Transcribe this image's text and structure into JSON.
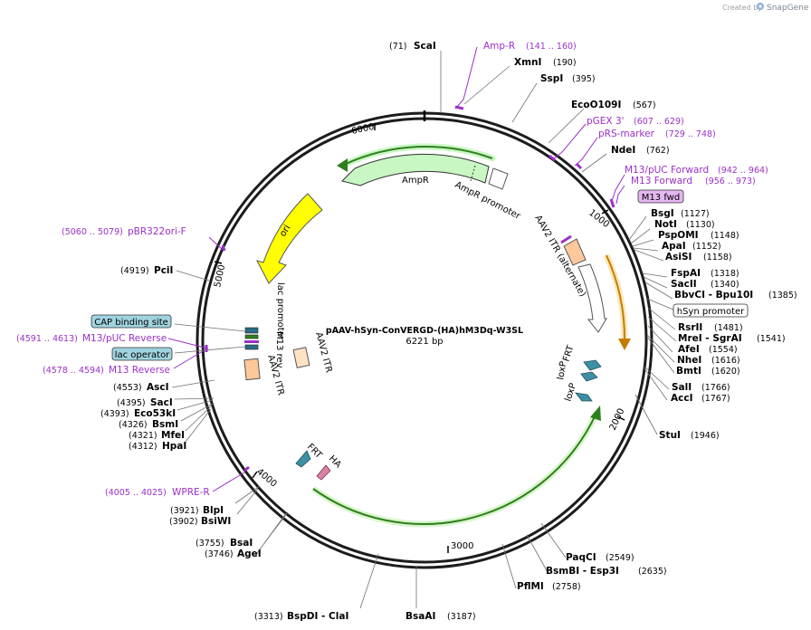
{
  "header": {
    "created_by": "Created by",
    "brand": "SnapGene"
  },
  "map": {
    "title": "pAAV-hSyn-ConVERGD-(HA)hM3Dq-W3SL",
    "size": "6221 bp"
  },
  "ticks": [
    "1000",
    "2000",
    "3000",
    "4000",
    "5000",
    "6000"
  ],
  "sites": [
    {
      "pos": "(71)",
      "name": "ScaI"
    },
    {
      "pos": "(190)",
      "name": "XmnI"
    },
    {
      "pos": "(395)",
      "name": "SspI"
    },
    {
      "pos": "(567)",
      "name": "EcoO109I"
    },
    {
      "pos": "(762)",
      "name": "NdeI"
    },
    {
      "pos": "(1127)",
      "name": "BsgI"
    },
    {
      "pos": "(1130)",
      "name": "NotI"
    },
    {
      "pos": "(1148)",
      "name": "PspOMI"
    },
    {
      "pos": "(1152)",
      "name": "ApaI"
    },
    {
      "pos": "(1158)",
      "name": "AsiSI"
    },
    {
      "pos": "(1318)",
      "name": "FspAI"
    },
    {
      "pos": "(1340)",
      "name": "SacII"
    },
    {
      "pos": "(1385)",
      "name": "BbvCI - Bpu10I"
    },
    {
      "pos": "(1481)",
      "name": "RsrII"
    },
    {
      "pos": "(1541)",
      "name": "MreI - SgrAI"
    },
    {
      "pos": "(1554)",
      "name": "AfeI"
    },
    {
      "pos": "(1616)",
      "name": "NheI"
    },
    {
      "pos": "(1620)",
      "name": "BmtI"
    },
    {
      "pos": "(1766)",
      "name": "SalI"
    },
    {
      "pos": "(1767)",
      "name": "AccI"
    },
    {
      "pos": "(1946)",
      "name": "StuI"
    },
    {
      "pos": "(2549)",
      "name": "PaqCI"
    },
    {
      "pos": "(2635)",
      "name": "BsmBI - Esp3I"
    },
    {
      "pos": "(2758)",
      "name": "PflMI"
    },
    {
      "pos": "(3187)",
      "name": "BsaAI"
    },
    {
      "pos": "(3313)",
      "name": "BspDI - ClaI"
    },
    {
      "pos": "(3746)",
      "name": "AgeI"
    },
    {
      "pos": "(3755)",
      "name": "BsaI"
    },
    {
      "pos": "(3902)",
      "name": "BsiWI"
    },
    {
      "pos": "(3921)",
      "name": "BlpI"
    },
    {
      "pos": "(4312)",
      "name": "HpaI"
    },
    {
      "pos": "(4321)",
      "name": "MfeI"
    },
    {
      "pos": "(4326)",
      "name": "BsmI"
    },
    {
      "pos": "(4393)",
      "name": "Eco53kI"
    },
    {
      "pos": "(4395)",
      "name": "SacI"
    },
    {
      "pos": "(4553)",
      "name": "AscI"
    },
    {
      "pos": "(4919)",
      "name": "PciI"
    }
  ],
  "primers": [
    {
      "name": "Amp-R",
      "range": "(141 .. 160)"
    },
    {
      "name": "pGEX 3'",
      "range": "(607 .. 629)"
    },
    {
      "name": "pRS-marker",
      "range": "(729 .. 748)"
    },
    {
      "name": "M13/pUC Forward",
      "range": "(942 .. 964)"
    },
    {
      "name": "M13 Forward",
      "range": "(956 .. 973)"
    },
    {
      "name": "pBR322ori-F",
      "range": "(5060 .. 5079)"
    },
    {
      "name": "M13/pUC Reverse",
      "range": "(4591 .. 4613)"
    },
    {
      "name": "M13 Reverse",
      "range": "(4578 .. 4594)"
    },
    {
      "name": "WPRE-R",
      "range": "(4005 .. 4025)"
    }
  ],
  "boxes": [
    {
      "label": "M13 fwd"
    },
    {
      "label": "hSyn promoter"
    },
    {
      "label": "CAP binding site"
    },
    {
      "label": "lac operator"
    }
  ],
  "features": {
    "ampr": "AmpR",
    "ampr_promoter": "AmpR promoter",
    "aav2_itr_alt": "AAV2 ITR (alternate)",
    "ori": "ori",
    "lac_promoter": "lac promoter",
    "m13_rev": "M13 rev",
    "aav2_itr_a": "AAV2 ITR",
    "aav2_itr_b": "AAV2 ITR",
    "loxp_1": "loxP",
    "frt_1": "FRT",
    "loxp_2": "loxP",
    "frt_2": "FRT",
    "ha": "HA"
  },
  "colors": {
    "backbone": "#1c1c1c",
    "primer": "#9b30c8",
    "box_blue": "#9fd3df",
    "box_purple": "#e3b7f0",
    "ampr_fill": "#c9f7c4",
    "ori_fill": "#ffff00",
    "itr_fill": "#ffc89a",
    "hsyn_arc": "#f0b43a",
    "orf_arc": "#5aa021",
    "frt_fill": "#3f8fa4",
    "ha_fill": "#d983a4"
  }
}
